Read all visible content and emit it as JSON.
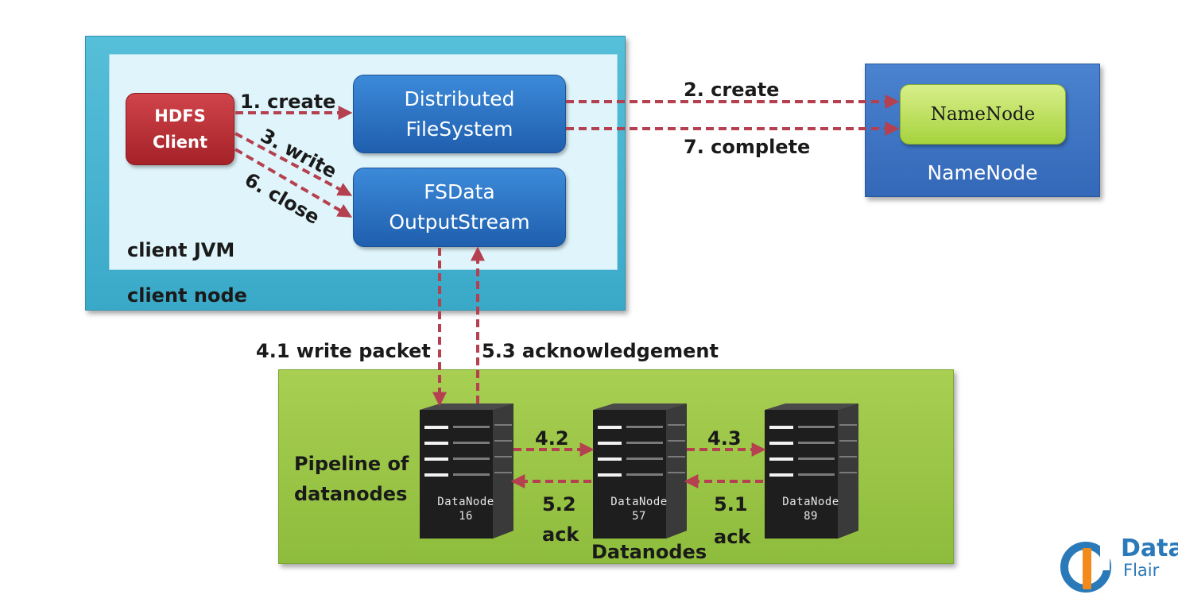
{
  "client": {
    "node_label": "client node",
    "jvm_label": "client JVM",
    "hdfs_client_line1": "HDFS",
    "hdfs_client_line2": "Client",
    "dfs_line1": "Distributed",
    "dfs_line2": "FileSystem",
    "fsdos_line1": "FSData",
    "fsdos_line2": "OutputStream"
  },
  "namenode": {
    "inner_label": "NameNode",
    "outer_label": "NameNode"
  },
  "arrows": {
    "create": "1. create",
    "create_nn": "2. create",
    "write": "3. write",
    "write_packet": "4.1 write packet",
    "packet_2": "4.2",
    "packet_3": "4.3",
    "ack_1_num": "5.1",
    "ack_1_word": "ack",
    "ack_2_num": "5.2",
    "ack_2_word": "ack",
    "ack_3": "5.3 acknowledgement",
    "close": "6. close",
    "complete": "7. complete"
  },
  "pipeline": {
    "label_line1": "Pipeline of",
    "label_line2": "datanodes",
    "datanodes_label": "Datanodes",
    "datanodes": [
      {
        "name": "DataNode",
        "id": "16"
      },
      {
        "name": "DataNode",
        "id": "57"
      },
      {
        "name": "DataNode",
        "id": "89"
      }
    ]
  },
  "logo": {
    "line1": "Data",
    "line2": "Flair"
  },
  "colors": {
    "arrow": "#b5404f",
    "client_node": "#46b4d2",
    "hdfs_client": "#b8292f",
    "blue_box": "#2a6fc1",
    "namenode_outer": "#3e74c4",
    "namenode_inner": "#b8dc5a",
    "pipeline": "#9cc648"
  }
}
